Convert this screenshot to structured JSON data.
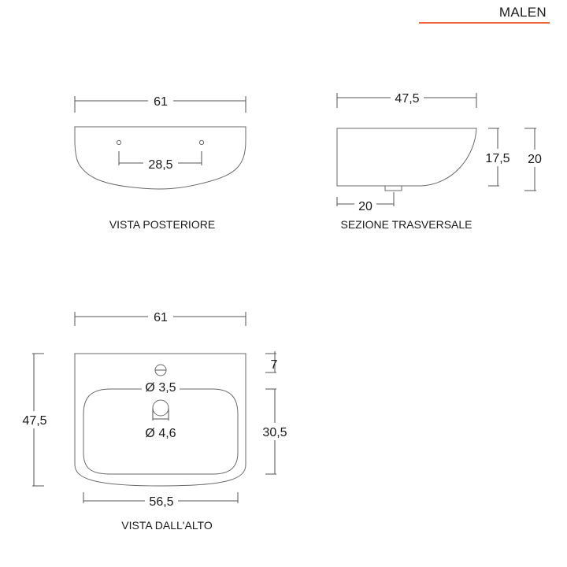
{
  "brand": {
    "name": "MALEN",
    "accent_color": "#f0643a"
  },
  "views": {
    "posteriore": {
      "caption": "VISTA POSTERIORE",
      "width": "61",
      "hole_spacing": "28,5"
    },
    "sezione": {
      "caption": "SEZIONE TRASVERSALE",
      "depth": "47,5",
      "drain_offset": "20",
      "inner_height": "17,5",
      "total_height": "20"
    },
    "alto": {
      "caption": "VISTA DALL'ALTO",
      "width": "61",
      "depth": "47,5",
      "bowl_width": "56,5",
      "tap_offset": "7",
      "bowl_depth": "30,5",
      "tap_hole": "Ø 3,5",
      "drain_hole": "Ø 4,6"
    }
  }
}
